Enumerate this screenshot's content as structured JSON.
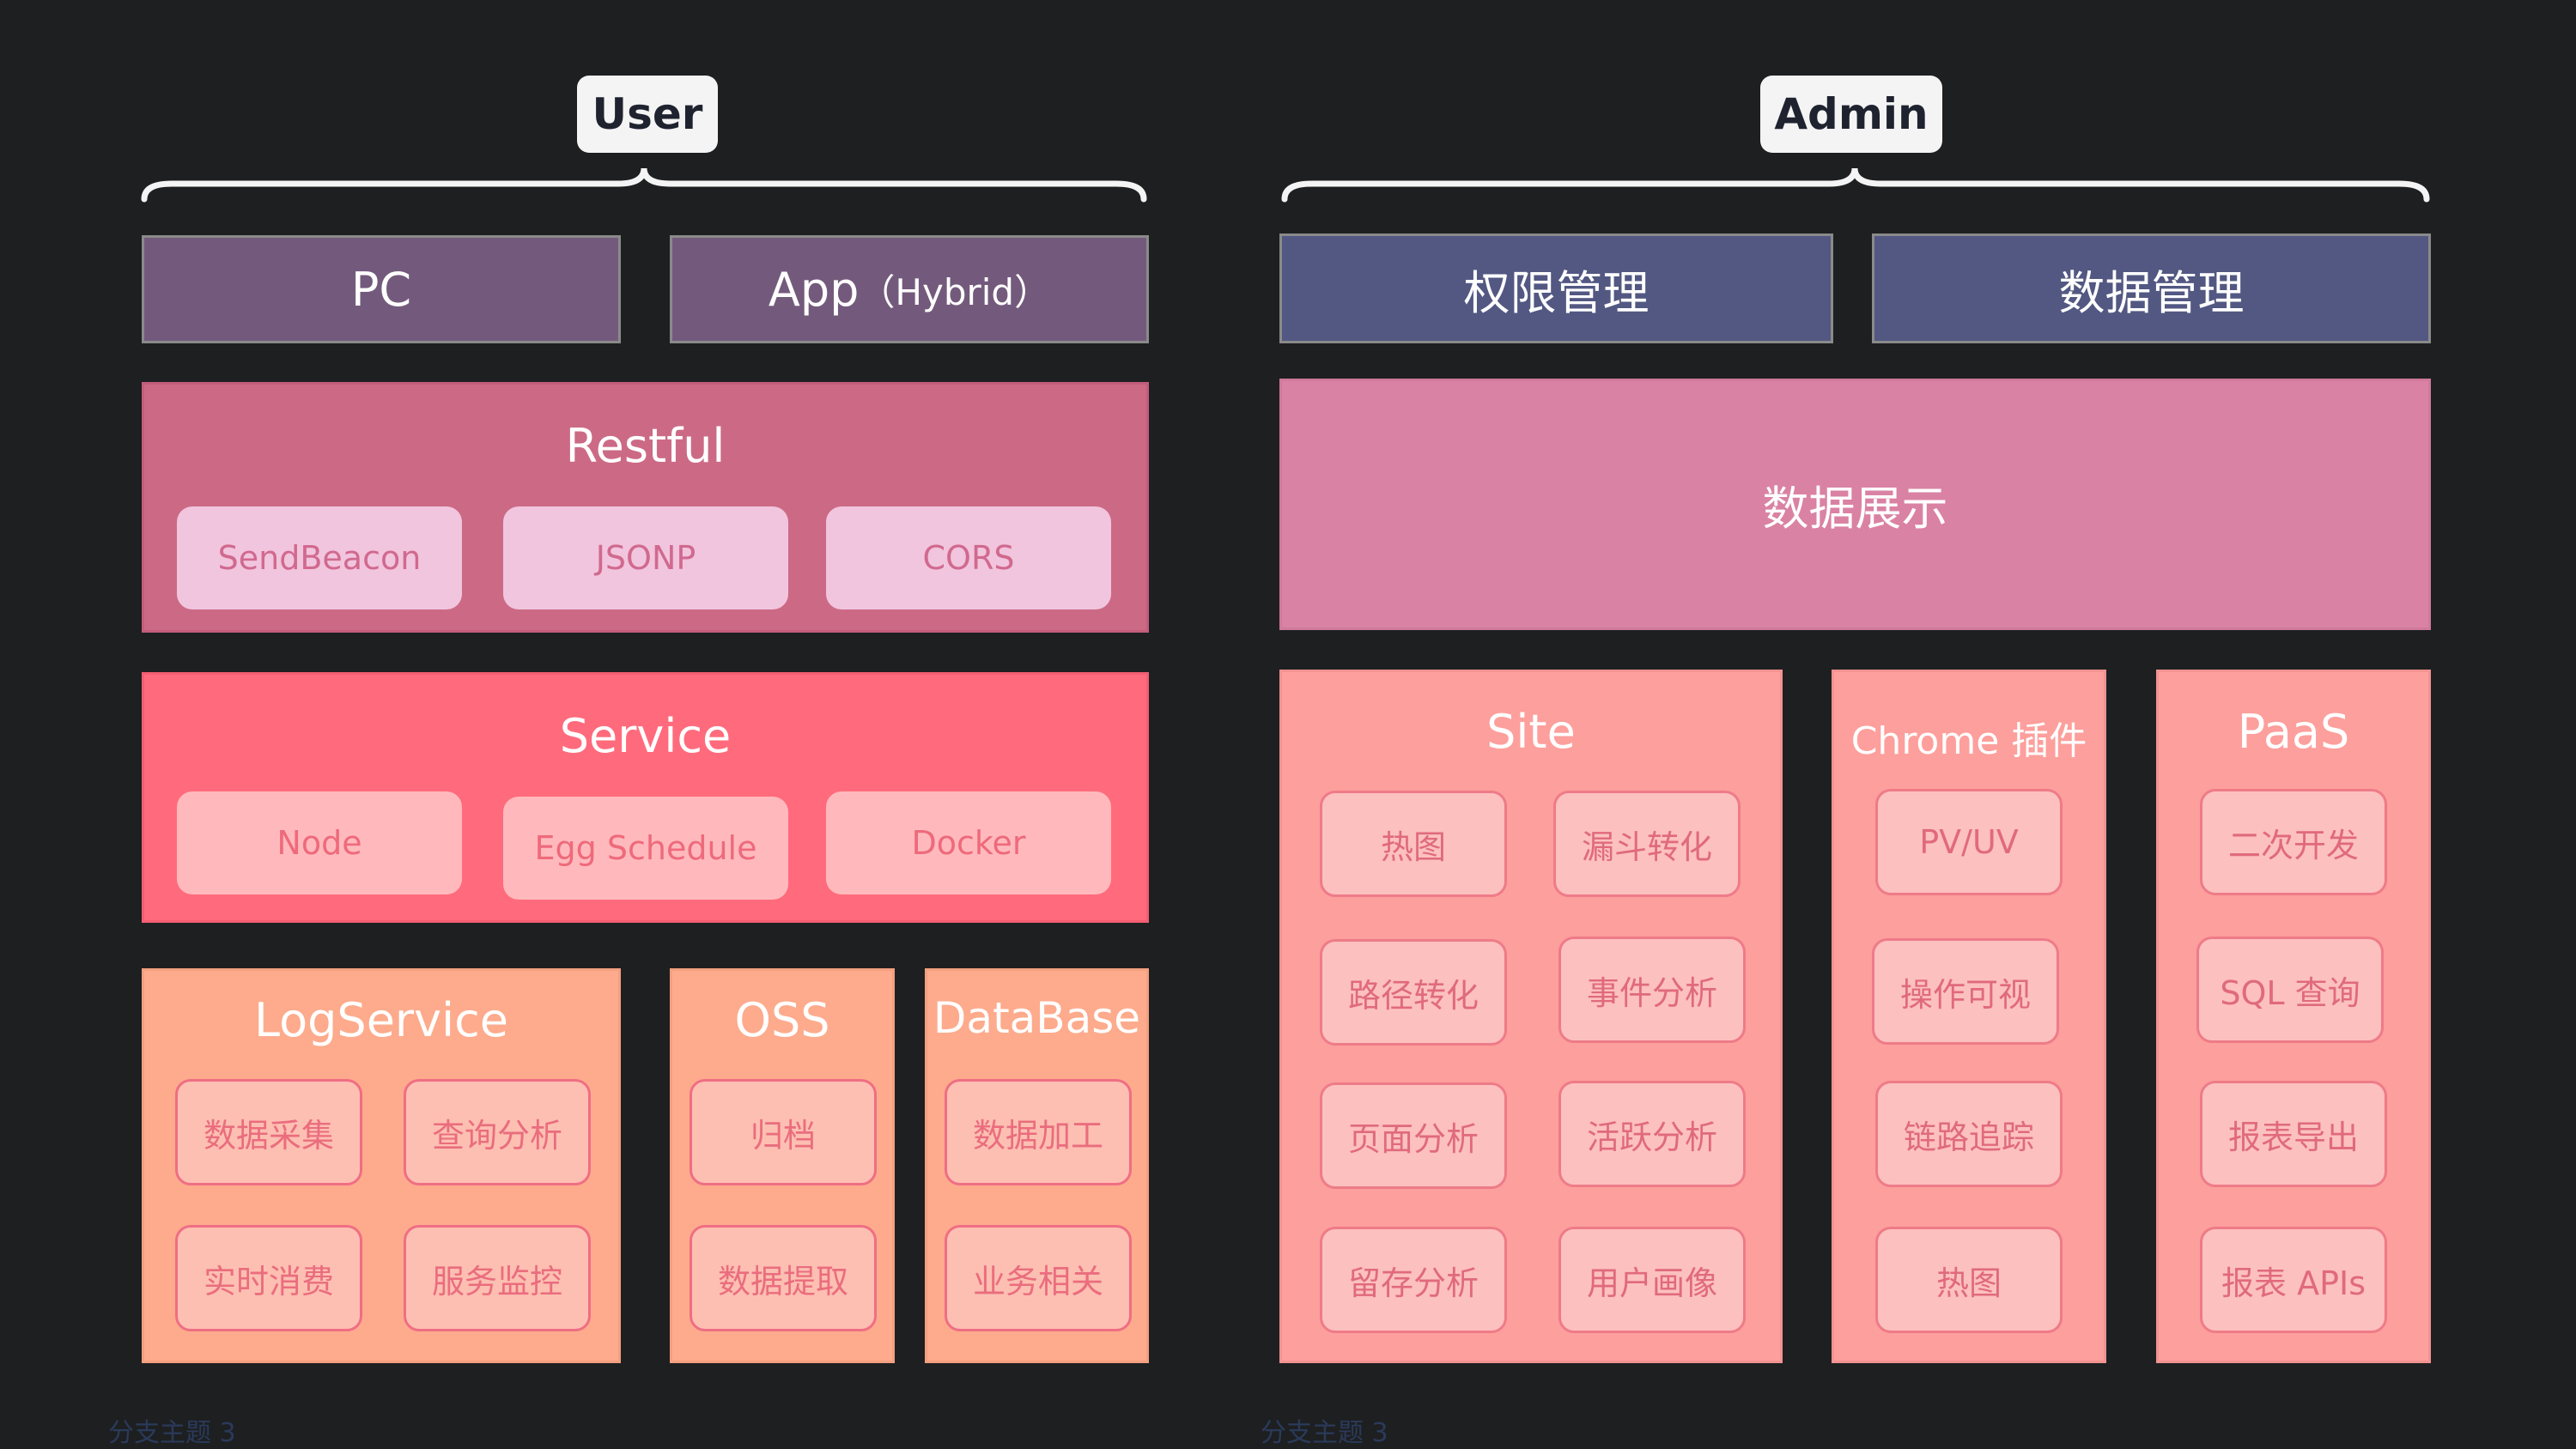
{
  "user": {
    "label": "User",
    "pc": "PC",
    "app": "App",
    "app_suffix": "（Hybrid）",
    "restful": {
      "title": "Restful",
      "items": [
        "SendBeacon",
        "JSONP",
        "CORS"
      ]
    },
    "service": {
      "title": "Service",
      "items": [
        "Node",
        "Egg Schedule",
        "Docker"
      ]
    },
    "logservice": {
      "title": "LogService",
      "items": [
        "数据采集",
        "查询分析",
        "实时消费",
        "服务监控"
      ]
    },
    "oss": {
      "title": "OSS",
      "items": [
        "归档",
        "数据提取"
      ]
    },
    "database": {
      "title": "DataBase",
      "items": [
        "数据加工",
        "业务相关"
      ]
    }
  },
  "admin": {
    "label": "Admin",
    "permission": "权限管理",
    "data_manage": "数据管理",
    "display": "数据展示",
    "site": {
      "title": "Site",
      "items": [
        "热图",
        "漏斗转化",
        "路径转化",
        "事件分析",
        "页面分析",
        "活跃分析",
        "留存分析",
        "用户画像"
      ]
    },
    "chrome": {
      "title": "Chrome 插件",
      "items": [
        "PV/UV",
        "操作可视",
        "链路追踪",
        "热图"
      ]
    },
    "paas": {
      "title": "PaaS",
      "items": [
        "二次开发",
        "SQL 查询",
        "报表导出",
        "报表 APIs"
      ]
    }
  },
  "footer": {
    "left": "分支主题 3",
    "right": "分支主题 3"
  }
}
